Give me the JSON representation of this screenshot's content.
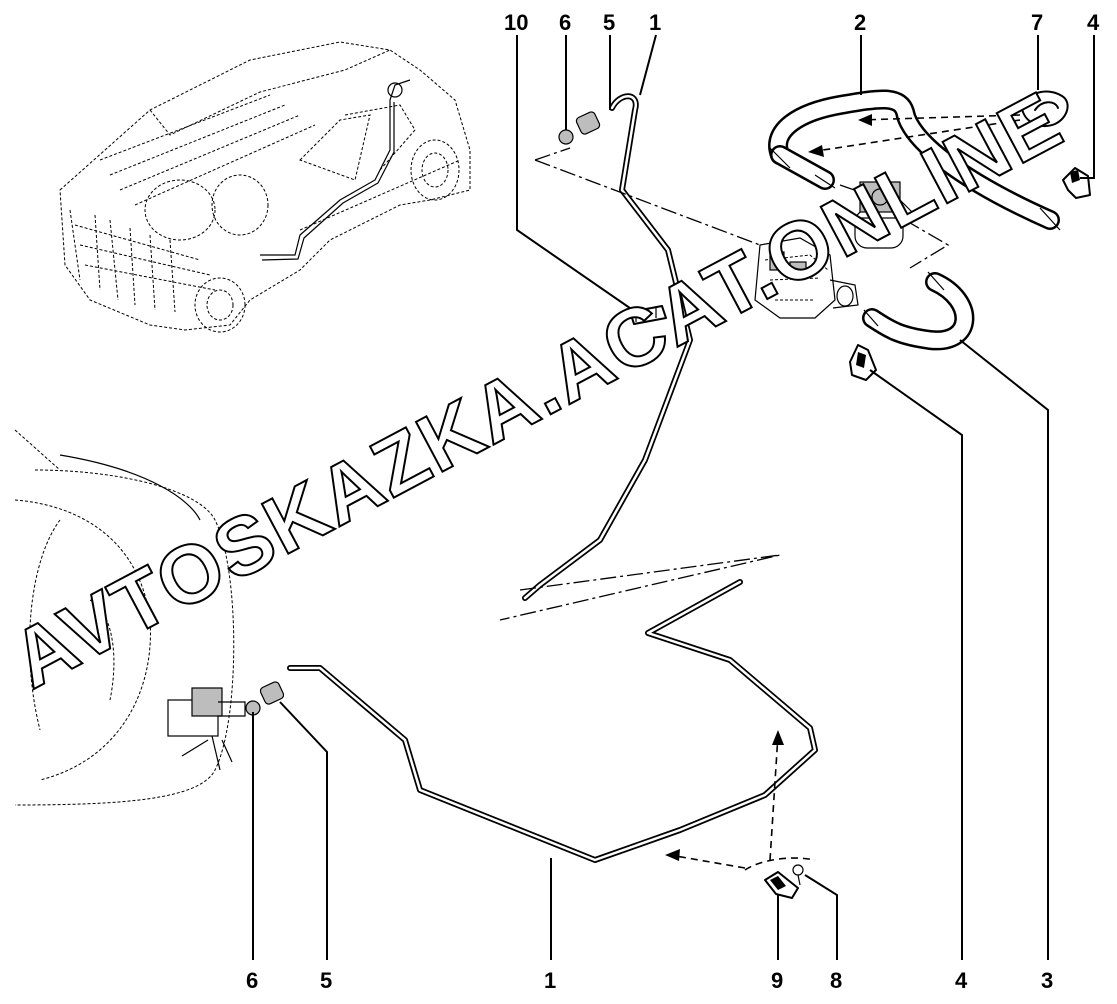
{
  "diagram": {
    "callouts_top": [
      "10",
      "6",
      "5",
      "1",
      "2",
      "7",
      "4"
    ],
    "callouts_bottom": [
      "6",
      "5",
      "1",
      "9",
      "8",
      "4",
      "3"
    ],
    "watermark": "AVTOSKAZKA.ACAT.ONLINE"
  }
}
